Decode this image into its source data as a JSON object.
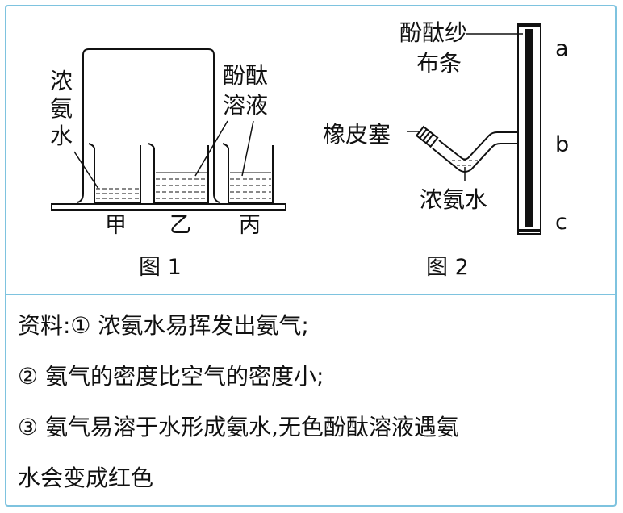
{
  "figure1": {
    "label_ammonia": [
      "浓",
      "氨",
      "水"
    ],
    "label_phenol": [
      "酚酞",
      "溶液"
    ],
    "beaker_labels": [
      "甲",
      "乙",
      "丙"
    ],
    "caption": "图 1"
  },
  "figure2": {
    "label_gauze": [
      "酚酞纱",
      "布条"
    ],
    "label_stopper": "橡皮塞",
    "label_ammonia": "浓氨水",
    "points": [
      "a",
      "b",
      "c"
    ],
    "caption": "图 2"
  },
  "info": {
    "line1": "资料:① 浓氨水易挥发出氨气;",
    "line2": "② 氨气的密度比空气的密度小;",
    "line3": "③ 氨气易溶于水形成氨水,无色酚酞溶液遇氨",
    "line4": "水会变成红色"
  }
}
